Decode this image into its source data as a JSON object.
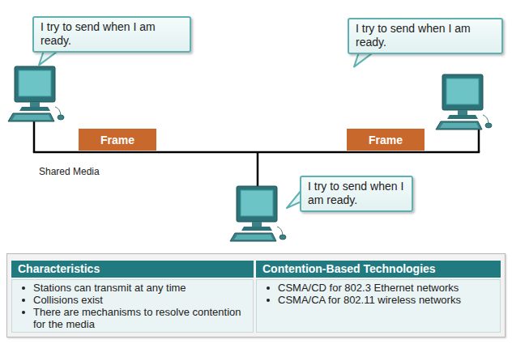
{
  "diagram": {
    "nodes": [
      {
        "text": [
          "I try to send when I am ready."
        ]
      },
      {
        "text": [
          "I try to send when I am ready."
        ]
      },
      {
        "text": [
          "Frame"
        ]
      },
      {
        "text": [
          "Frame"
        ]
      },
      {
        "text": [
          "I try to send when I am ready."
        ]
      }
    ],
    "labels": [
      "Shared Media",
      "Characteristics",
      "Contention-Based Technologies",
      "Stations can transmit at any time",
      "Collisions exist",
      "There are mechanisms to resolve contention for the media",
      "CSMA/CD for 802.3 Ethernet networks",
      "CSMA/CA for 802.11 wireless networks"
    ]
  }
}
